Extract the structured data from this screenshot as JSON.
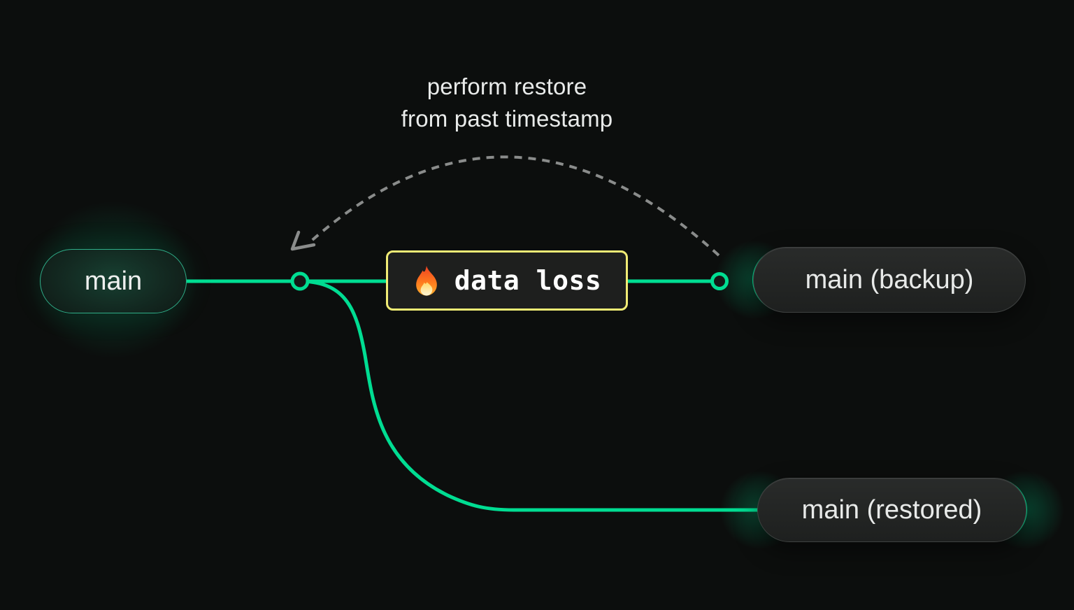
{
  "annotation": {
    "line1": "perform restore",
    "line2": "from past timestamp"
  },
  "event_box": {
    "label": "data loss",
    "icon": "fire-emoji",
    "icon_glyph": "🔥"
  },
  "branches": {
    "main": "main",
    "backup": "main (backup)",
    "restored": "main (restored)"
  },
  "colors": {
    "background": "#0c0e0d",
    "branch_green": "#00dd92",
    "warning_yellow": "#f1ec75",
    "dashed_arrow_gray": "#8a8c8b",
    "text_light": "#e9ebea",
    "pill_dark": "#242625"
  }
}
